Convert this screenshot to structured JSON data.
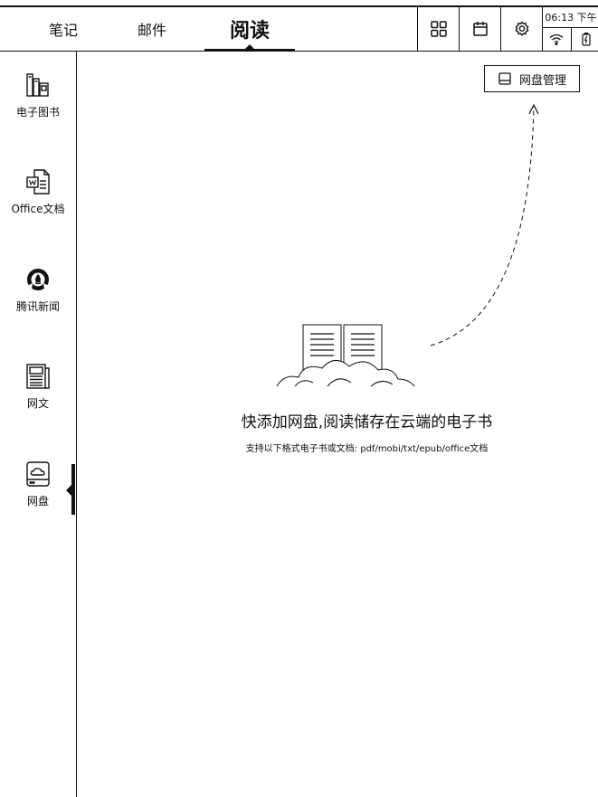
{
  "tabs": {
    "notes": "笔记",
    "mail": "邮件",
    "read": "阅读"
  },
  "toolbar_icons": [
    "apps-grid-icon",
    "calendar-icon",
    "settings-gear-icon"
  ],
  "status": {
    "time": "06:13 下午",
    "wifi_icon": "wifi-icon",
    "battery_icon": "battery-charging-icon"
  },
  "sidebar": {
    "items": [
      {
        "label": "电子图书",
        "icon": "books-icon"
      },
      {
        "label": "Office文档",
        "icon": "office-doc-icon"
      },
      {
        "label": "腾讯新闻",
        "icon": "tencent-news-icon"
      },
      {
        "label": "网文",
        "icon": "web-novel-icon"
      },
      {
        "label": "网盘",
        "icon": "cloud-drive-icon",
        "selected": true
      }
    ]
  },
  "main": {
    "cloud_manage_label": "网盘管理",
    "empty_title": "快添加网盘,阅读储存在云端的电子书",
    "empty_subtitle": "支持以下格式电子书或文档: pdf/mobi/txt/epub/office文档"
  }
}
